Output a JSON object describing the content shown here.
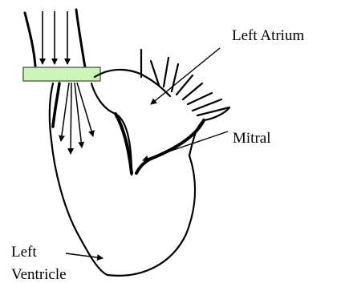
{
  "labels": {
    "left_atrium": "Left Atrium",
    "mitral": "Mitral",
    "left": "Left",
    "ventricle": "Ventricle"
  },
  "colors": {
    "line": "#000000",
    "transducer_fill": "#ccf5b8",
    "transducer_edge": "#5a6b55",
    "background": "#ffffff"
  }
}
